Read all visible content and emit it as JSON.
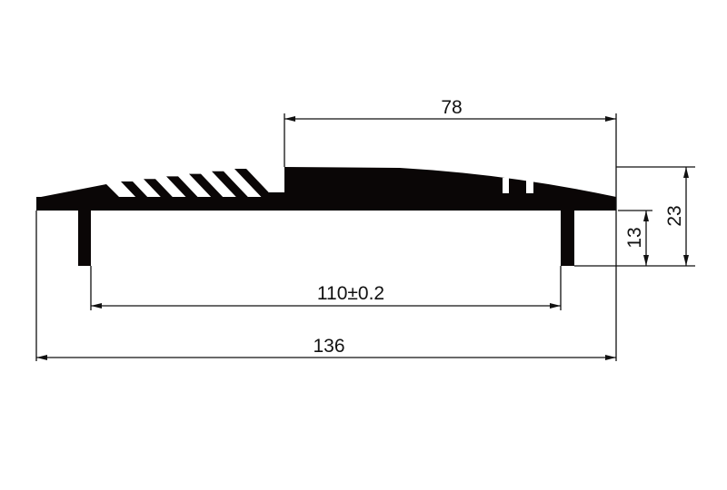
{
  "drawing": {
    "line_color": "#111111",
    "profile_color": "#0a0606",
    "dimensions": {
      "top_width": "78",
      "total_height": "23",
      "leg_height": "13",
      "leg_span": "110±0.2",
      "total_width": "136"
    }
  }
}
